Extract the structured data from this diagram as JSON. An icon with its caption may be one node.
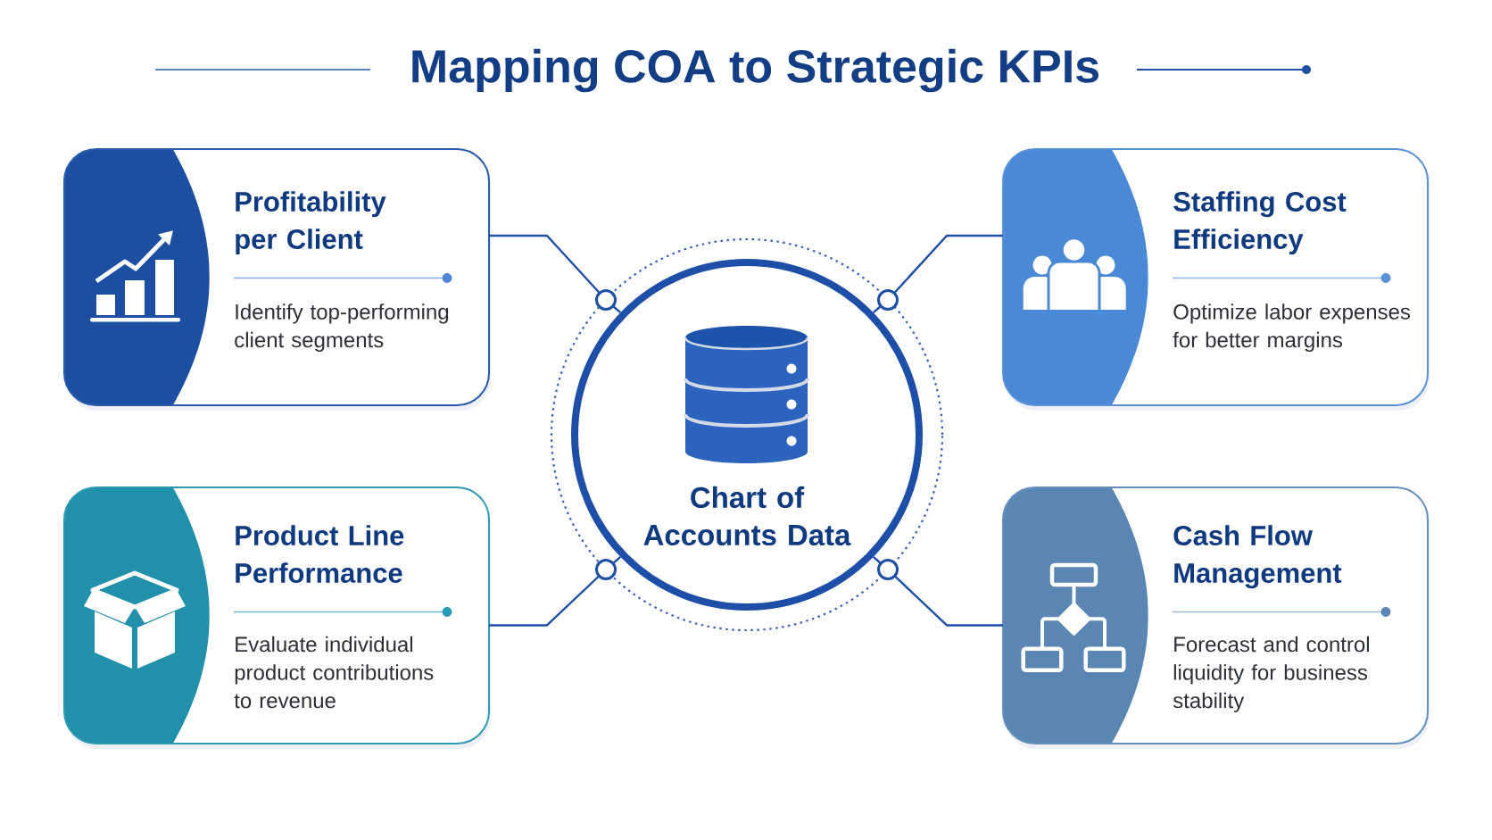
{
  "diagram": {
    "title": "Mapping COA to Strategic KPIs",
    "nodes": [
      {
        "text": [
          "Profitability per Client",
          "Identify top-performing client segments"
        ]
      },
      {
        "text": [
          "Staffing Cost Efficiency",
          "Optimize labor expenses for better margins"
        ]
      },
      {
        "text": [
          "Chart of Accounts Data"
        ]
      },
      {
        "text": [
          "Product Line Performance",
          "Evaluate individual product contributions to revenue"
        ]
      },
      {
        "text": [
          "Cash Flow Management",
          "Forecast and control liquidity for business stability"
        ]
      }
    ],
    "edges": [
      {
        "from": 2,
        "to": 0,
        "arrow": "none"
      },
      {
        "from": 2,
        "to": 1,
        "arrow": "none"
      },
      {
        "from": 2,
        "to": 3,
        "arrow": "none"
      },
      {
        "from": 2,
        "to": 4,
        "arrow": "none"
      }
    ]
  }
}
